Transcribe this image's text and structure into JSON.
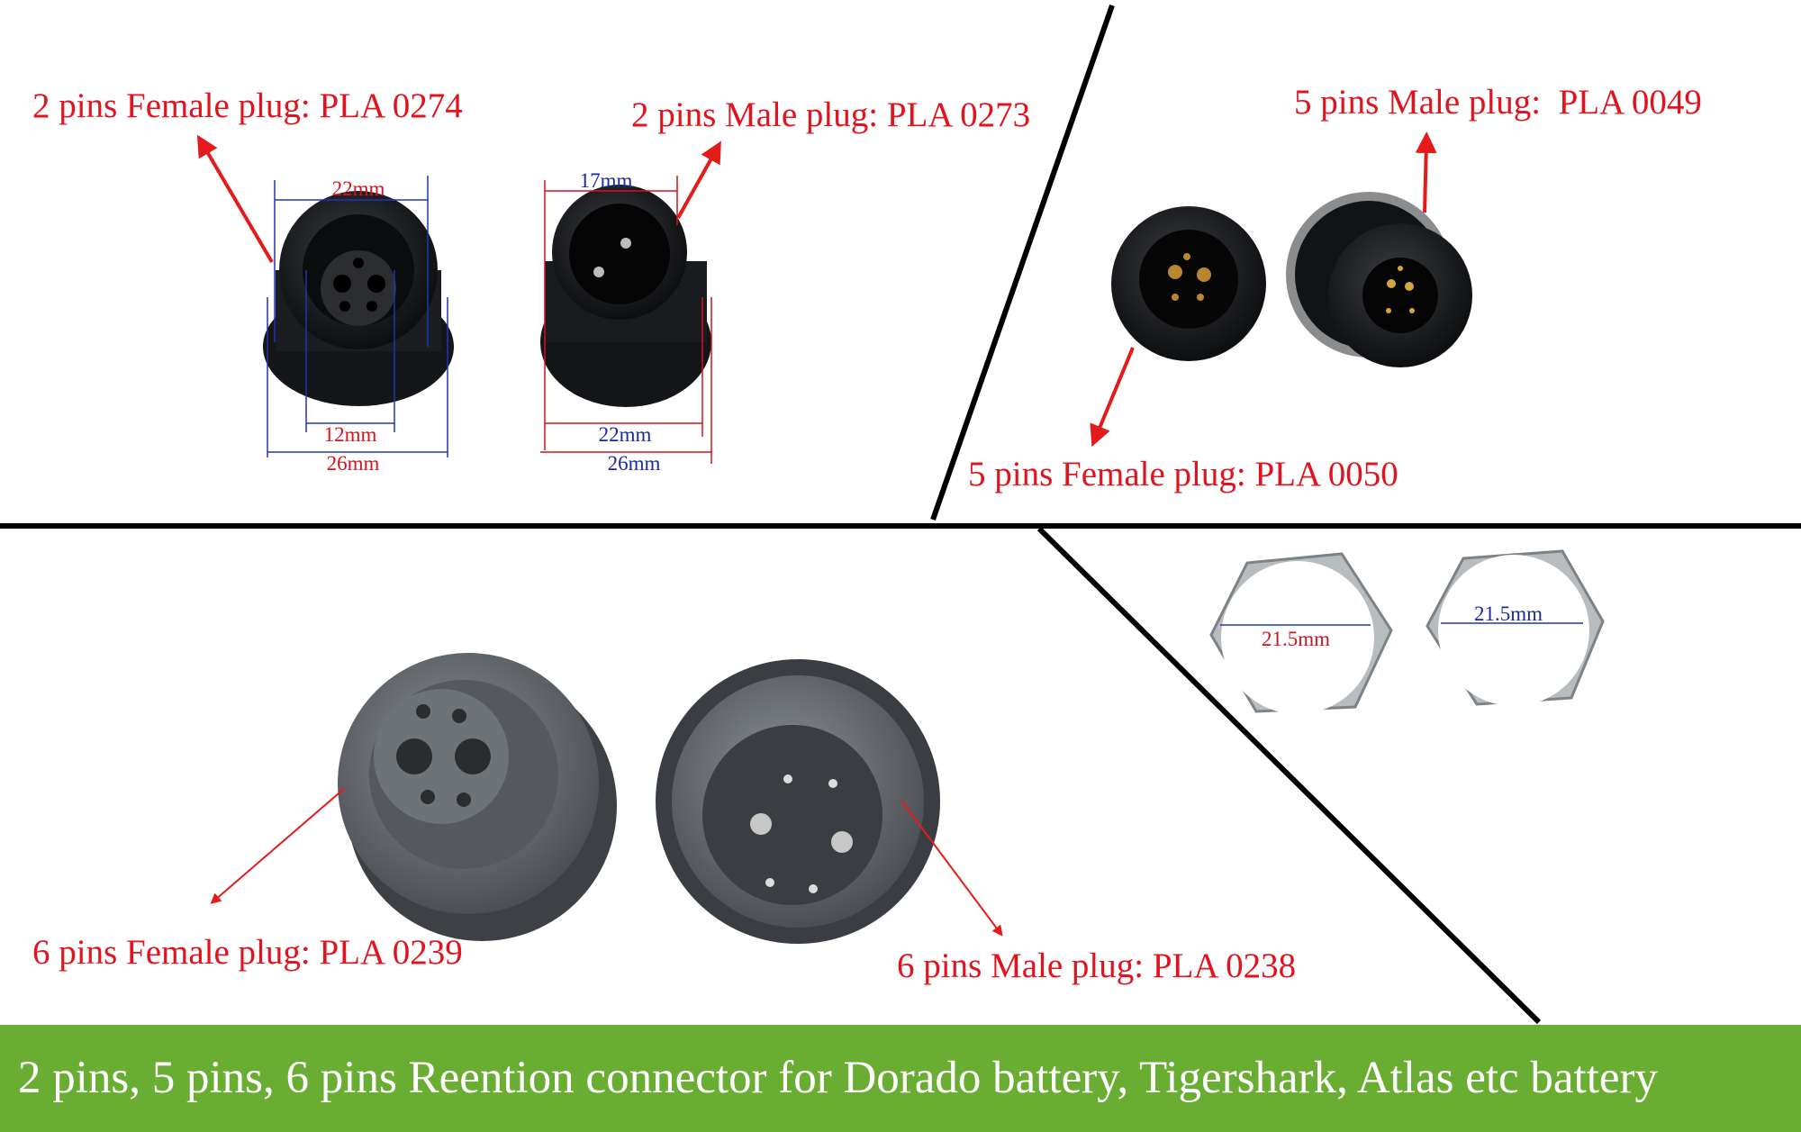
{
  "labels": {
    "two_female": "2 pins Female plug: PLA 0274",
    "two_male": "2 pins Male plug: PLA 0273",
    "five_male": "5 pins Male plug:  PLA 0049",
    "five_female": "5 pins Female plug: PLA 0050",
    "six_female": "6 pins Female plug: PLA 0239",
    "six_male": "6 pins Male plug: PLA 0238"
  },
  "dimensions": {
    "two_female_top": "22mm",
    "two_female_inner": "12mm",
    "two_female_bottom": "26mm",
    "two_male_top": "17mm",
    "two_male_inner": "22mm",
    "two_male_bottom": "26mm",
    "nut_left": "21.5mm",
    "nut_right": "21.5mm"
  },
  "banner": "2 pins, 5 pins, 6 pins Reention connector for Dorado battery, Tigershark, Atlas etc battery",
  "colors": {
    "label_red": "#e0141e",
    "dim_blue": "#1a2a9a",
    "banner_green": "#6aad33"
  }
}
